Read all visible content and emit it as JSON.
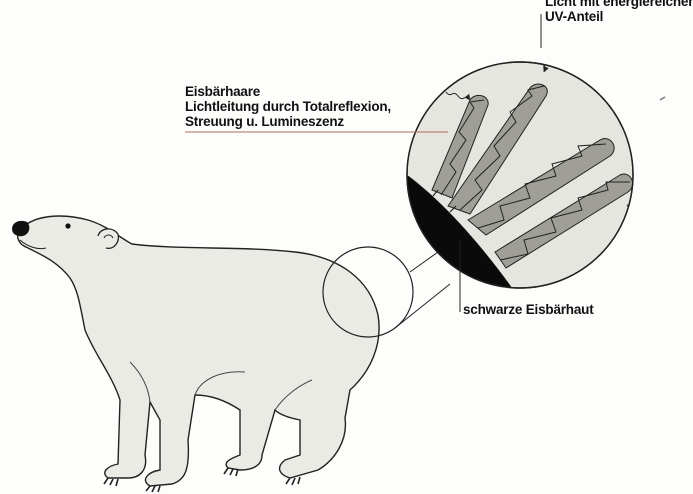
{
  "labels": {
    "light": [
      "Licht mit energiereichem",
      "UV-Anteil"
    ],
    "hair": [
      "Eisbärhaare",
      "Lichtleitung durch Totalreflexion,",
      "Streuung u. Lumineszenz"
    ],
    "skin": "schwarze Eisbärhaut"
  },
  "colors": {
    "bear_fill": "#ebebe6",
    "circle_fill": "#e6e6e0",
    "hair_fill": "#9f9f98",
    "skin_fill": "#0a0a0a",
    "line": "#222222",
    "leader": "#b06a55"
  }
}
